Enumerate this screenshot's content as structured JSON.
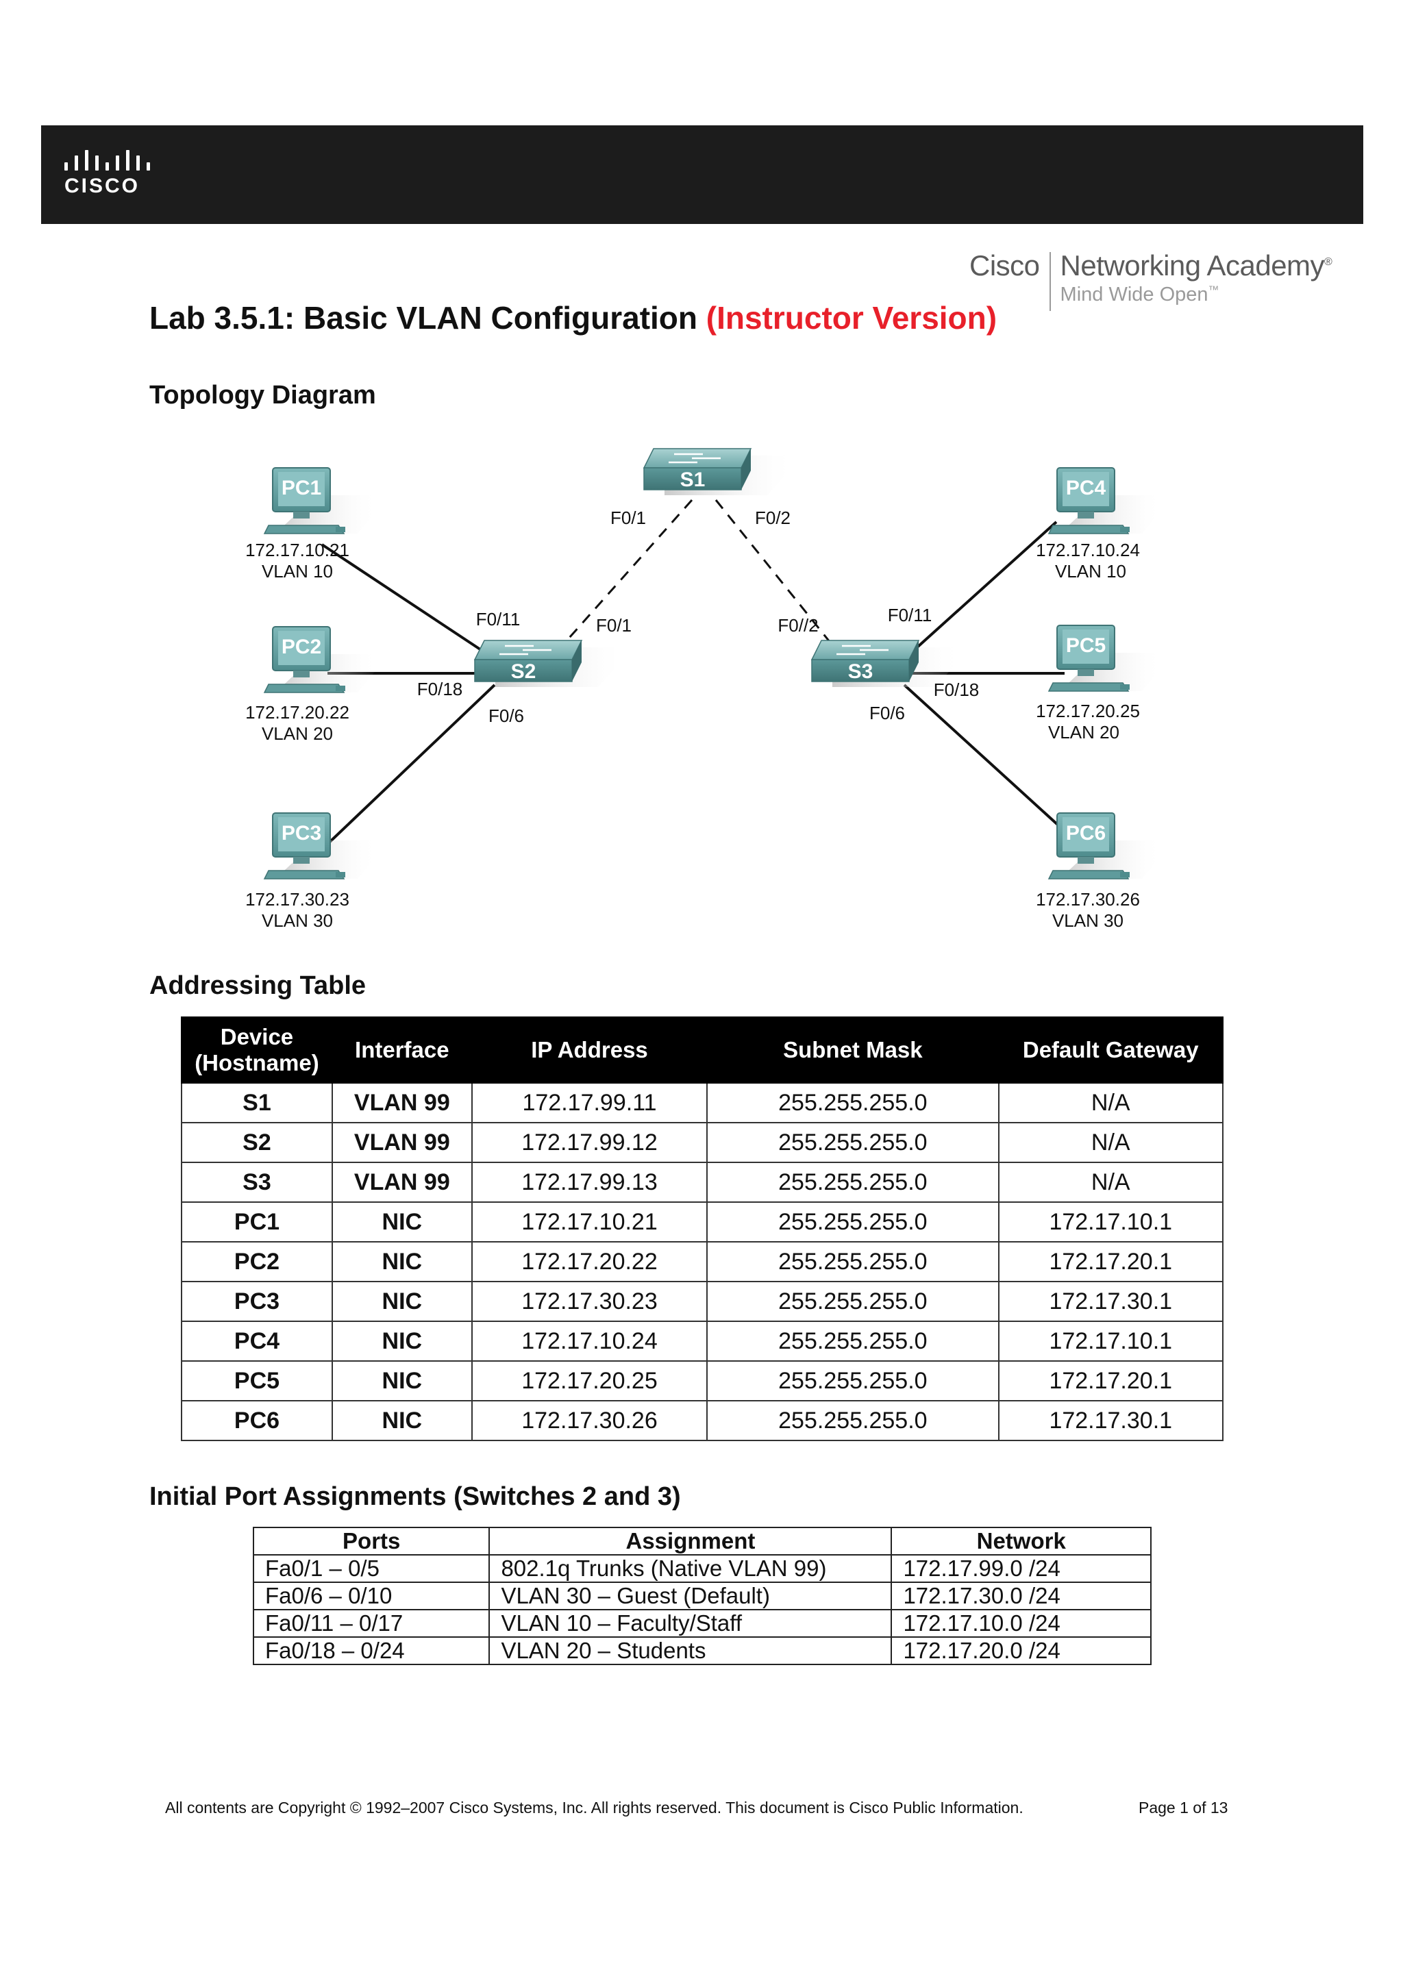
{
  "brand": {
    "logo_text": "CISCO",
    "academy_cisco": "Cisco",
    "academy_name": "Networking Academy",
    "academy_tagline": "Mind Wide Open"
  },
  "title": {
    "main": "Lab 3.5.1: Basic VLAN Configuration",
    "version": "(Instructor Version)"
  },
  "sections": {
    "topology": "Topology Diagram",
    "addressing": "Addressing Table",
    "ports": "Initial Port Assignments (Switches 2 and 3)"
  },
  "topology": {
    "switches": {
      "s1": "S1",
      "s2": "S2",
      "s3": "S3"
    },
    "pcs": {
      "pc1": {
        "name": "PC1",
        "ip": "172.17.10.21",
        "vlan": "VLAN 10"
      },
      "pc2": {
        "name": "PC2",
        "ip": "172.17.20.22",
        "vlan": "VLAN 20"
      },
      "pc3": {
        "name": "PC3",
        "ip": "172.17.30.23",
        "vlan": "VLAN 30"
      },
      "pc4": {
        "name": "PC4",
        "ip": "172.17.10.24",
        "vlan": "VLAN 10"
      },
      "pc5": {
        "name": "PC5",
        "ip": "172.17.20.25",
        "vlan": "VLAN 20"
      },
      "pc6": {
        "name": "PC6",
        "ip": "172.17.30.26",
        "vlan": "VLAN 30"
      }
    },
    "ports": {
      "s1_left": "F0/1",
      "s1_right": "F0/2",
      "s2_f011": "F0/11",
      "s2_f018": "F0/18",
      "s2_f06": "F0/6",
      "s2_f01": "F0/1",
      "s3_f02": "F0//2",
      "s3_f011": "F0/11",
      "s3_f018": "F0/18",
      "s3_f06": "F0/6"
    }
  },
  "addressing_table": {
    "headers": {
      "device_line1": "Device",
      "device_line2": "(Hostname)",
      "interface": "Interface",
      "ip": "IP Address",
      "mask": "Subnet Mask",
      "gateway": "Default Gateway"
    },
    "rows": [
      {
        "device": "S1",
        "interface": "VLAN 99",
        "ip": "172.17.99.11",
        "mask": "255.255.255.0",
        "gateway": "N/A"
      },
      {
        "device": "S2",
        "interface": "VLAN 99",
        "ip": "172.17.99.12",
        "mask": "255.255.255.0",
        "gateway": "N/A"
      },
      {
        "device": "S3",
        "interface": "VLAN 99",
        "ip": "172.17.99.13",
        "mask": "255.255.255.0",
        "gateway": "N/A"
      },
      {
        "device": "PC1",
        "interface": "NIC",
        "ip": "172.17.10.21",
        "mask": "255.255.255.0",
        "gateway": "172.17.10.1"
      },
      {
        "device": "PC2",
        "interface": "NIC",
        "ip": "172.17.20.22",
        "mask": "255.255.255.0",
        "gateway": "172.17.20.1"
      },
      {
        "device": "PC3",
        "interface": "NIC",
        "ip": "172.17.30.23",
        "mask": "255.255.255.0",
        "gateway": "172.17.30.1"
      },
      {
        "device": "PC4",
        "interface": "NIC",
        "ip": "172.17.10.24",
        "mask": "255.255.255.0",
        "gateway": "172.17.10.1"
      },
      {
        "device": "PC5",
        "interface": "NIC",
        "ip": "172.17.20.25",
        "mask": "255.255.255.0",
        "gateway": "172.17.20.1"
      },
      {
        "device": "PC6",
        "interface": "NIC",
        "ip": "172.17.30.26",
        "mask": "255.255.255.0",
        "gateway": "172.17.30.1"
      }
    ]
  },
  "port_table": {
    "headers": {
      "ports": "Ports",
      "assignment": "Assignment",
      "network": "Network"
    },
    "rows": [
      {
        "ports": "Fa0/1 – 0/5",
        "assignment": "802.1q Trunks (Native VLAN 99)",
        "network": "172.17.99.0 /24"
      },
      {
        "ports": "Fa0/6 – 0/10",
        "assignment": "VLAN 30 – Guest (Default)",
        "network": "172.17.30.0 /24"
      },
      {
        "ports": "Fa0/11 – 0/17",
        "assignment": "VLAN 10 – Faculty/Staff",
        "network": "172.17.10.0 /24"
      },
      {
        "ports": "Fa0/18 – 0/24",
        "assignment": "VLAN 20 – Students",
        "network": "172.17.20.0 /24"
      }
    ]
  },
  "footer": {
    "copyright": "All contents are Copyright © 1992–2007 Cisco Systems, Inc. All rights reserved. This document is Cisco Public Information.",
    "page": "Page 1 of 13"
  },
  "colors": {
    "banner": "#1c1c1c",
    "title_accent": "#e8202a",
    "device_teal": "#5f9b9c"
  }
}
